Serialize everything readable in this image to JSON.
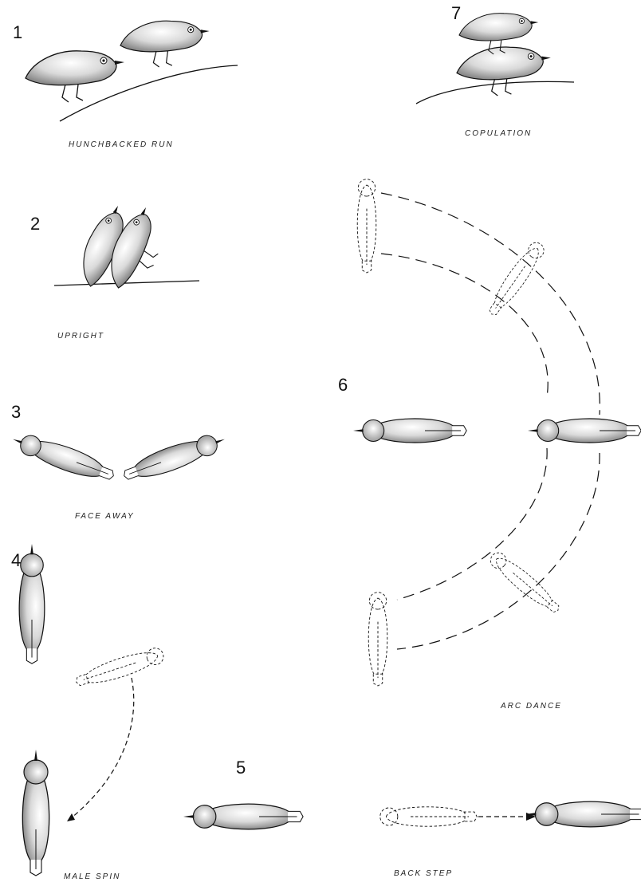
{
  "panels": [
    {
      "number": "1",
      "caption": "HUNCHBACKED RUN"
    },
    {
      "number": "2",
      "caption": "UPRIGHT"
    },
    {
      "number": "3",
      "caption": "FACE AWAY"
    },
    {
      "number": "4",
      "caption": "MALE SPIN"
    },
    {
      "number": "5",
      "caption": "BACK STEP"
    },
    {
      "number": "6",
      "caption": "ARC DANCE"
    },
    {
      "number": "7",
      "caption": "COPULATION"
    }
  ]
}
